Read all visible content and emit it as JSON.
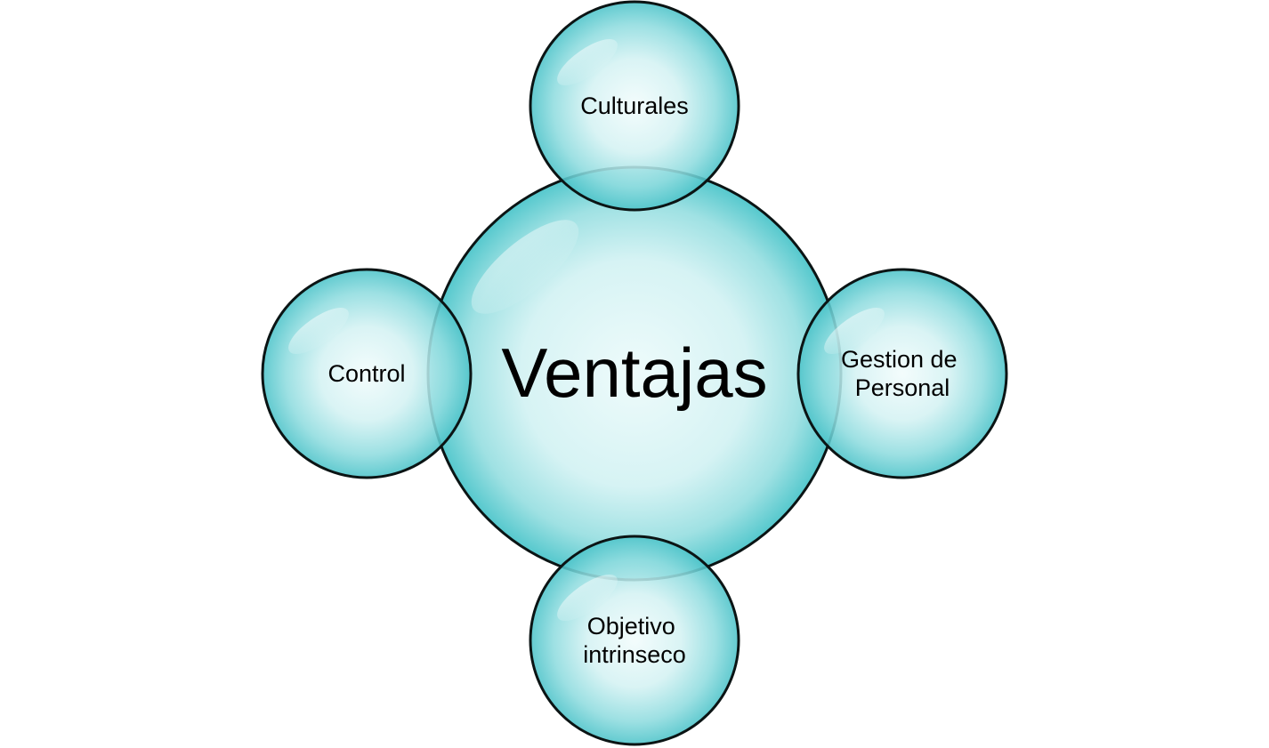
{
  "diagram": {
    "center": {
      "label": "Ventajas"
    },
    "satellites": {
      "top": {
        "lines": [
          "Culturales"
        ]
      },
      "left": {
        "lines": [
          "Control"
        ]
      },
      "right": {
        "lines": [
          "Gestion de",
          "Personal"
        ]
      },
      "bottom": {
        "lines": [
          "Objetivo",
          "intrinseco"
        ]
      }
    },
    "colors": {
      "bubble_fill": "#62cfd3",
      "bubble_center_light": "#eaf9fa",
      "bubble_stroke": "#0b1414",
      "text": "#000000"
    }
  }
}
